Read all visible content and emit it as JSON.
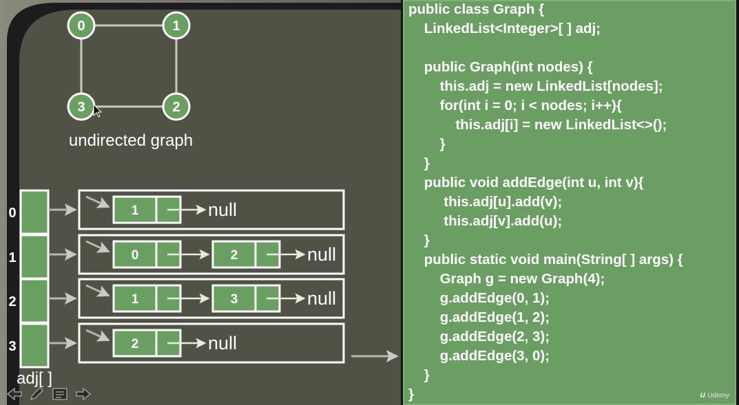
{
  "graph": {
    "nodes": [
      "0",
      "1",
      "2",
      "3"
    ],
    "edges": [
      [
        "0",
        "1"
      ],
      [
        "1",
        "2"
      ],
      [
        "2",
        "3"
      ],
      [
        "3",
        "0"
      ]
    ],
    "caption": "undirected graph"
  },
  "adjacency": {
    "label": "adj[ ]",
    "rows": [
      {
        "index": "0",
        "entries": [
          "1"
        ],
        "terminator": "null"
      },
      {
        "index": "1",
        "entries": [
          "0",
          "2"
        ],
        "terminator": "null"
      },
      {
        "index": "2",
        "entries": [
          "1",
          "3"
        ],
        "terminator": "null"
      },
      {
        "index": "3",
        "entries": [
          "2"
        ],
        "terminator": "null"
      }
    ]
  },
  "code": {
    "lines": [
      "public class Graph {",
      "    LinkedList<Integer>[ ] adj;",
      "",
      "    public Graph(int nodes) {",
      "        this.adj = new LinkedList[nodes];",
      "        for(int i = 0; i < nodes; i++){",
      "            this.adj[i] = new LinkedList<>();",
      "        }",
      "    }",
      "    public void addEdge(int u, int v){",
      "         this.adj[u].add(v);",
      "         this.adj[v].add(u);",
      "    }",
      "    public static void main(String[ ] args) {",
      "        Graph g = new Graph(4);",
      "        g.addEdge(0, 1);",
      "        g.addEdge(1, 2);",
      "        g.addEdge(2, 3);",
      "        g.addEdge(3, 0);",
      "    }",
      "}"
    ]
  },
  "watermark": "Udemy",
  "player_controls": [
    {
      "name": "previous-slide-button",
      "icon": "arrow-left-icon"
    },
    {
      "name": "pen-tool-button",
      "icon": "pencil-icon"
    },
    {
      "name": "notes-button",
      "icon": "notes-icon"
    },
    {
      "name": "next-slide-button",
      "icon": "arrow-right-icon"
    }
  ],
  "colors": {
    "slide_bg": "#4f5245",
    "slide_frame": "#6f7363",
    "node_fill": "#69a061",
    "code_bg": "#6a9e63",
    "arrow": "#b6b8ad",
    "text": "#ffffff"
  }
}
